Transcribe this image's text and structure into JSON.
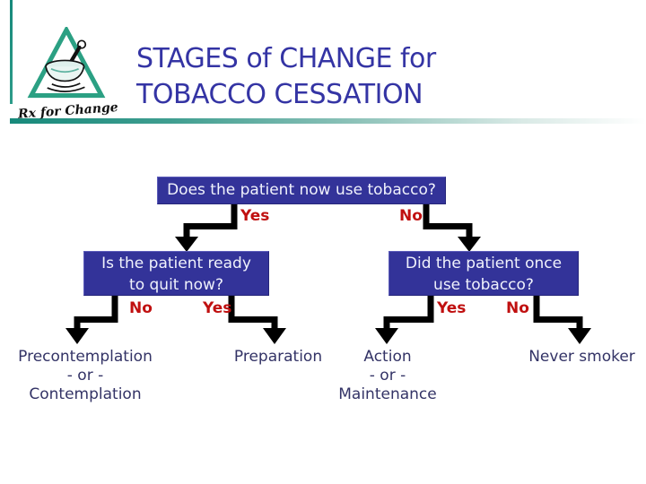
{
  "header": {
    "title_line1": "STAGES of CHANGE for",
    "title_line2": "TOBACCO CESSATION",
    "logo_caption": "Rx for Change"
  },
  "flowchart": {
    "root_question": "Does the patient now use tobacco?",
    "root_yes": "Yes",
    "root_no": "No",
    "ready_question_line1": "Is the patient ready",
    "ready_question_line2": "to quit now?",
    "ready_no": "No",
    "ready_yes": "Yes",
    "once_question_line1": "Did the patient once",
    "once_question_line2": "use tobacco?",
    "once_yes": "Yes",
    "once_no": "No",
    "outcome_precontemplation_line1": "Precontemplation",
    "outcome_precontemplation_line2": "- or -",
    "outcome_precontemplation_line3": "Contemplation",
    "outcome_preparation": "Preparation",
    "outcome_action_line1": "Action",
    "outcome_action_line2": "- or -",
    "outcome_action_line3": "Maintenance",
    "outcome_never_smoker": "Never smoker"
  },
  "colors": {
    "title_blue": "#3434a4",
    "question_box_blue": "#333399",
    "question_text": "#f0f2fc",
    "branch_label_red": "#c01010",
    "outcome_navy": "#333366",
    "connector_black": "#000000",
    "accent_teal": "#2e9c8a"
  }
}
